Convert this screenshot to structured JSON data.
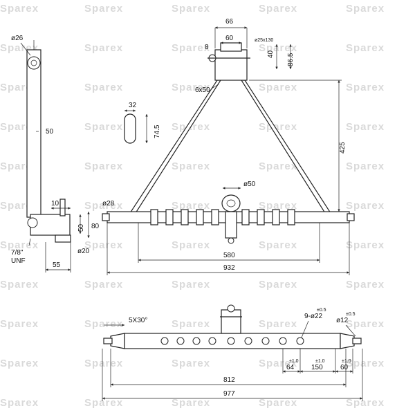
{
  "watermark": "Sparex",
  "dimensions": {
    "pin_dia": "ø26",
    "arm_len": "50",
    "arm_10": "10",
    "arm_50": "50",
    "arm_80": "80",
    "thread": "7/8\"",
    "thread_unit": "UNF",
    "dia_20": "ø20",
    "base_55": "55",
    "top_66": "66",
    "top_60": "60",
    "top_8": "8",
    "top_pin": "ø25x130",
    "top_40": "40",
    "top_86": "86.5",
    "plate": "6x50",
    "sec_32": "32",
    "sec_74": "74.5",
    "height_425": "425",
    "ring_50": "ø50",
    "end_28": "ø28",
    "span_580": "580",
    "span_932": "932",
    "chamfer": "5X30°",
    "holes": "9-ø22",
    "holes_tol": "±0.5",
    "end_12": "ø12",
    "end_12_tol": "±0.5",
    "tol_a": "±1.0",
    "tol_b": "±1.0",
    "tol_c": "±1.0",
    "pitch_64": "64",
    "pitch_150": "150",
    "pitch_60": "60",
    "span_812": "812",
    "span_977": "977"
  }
}
